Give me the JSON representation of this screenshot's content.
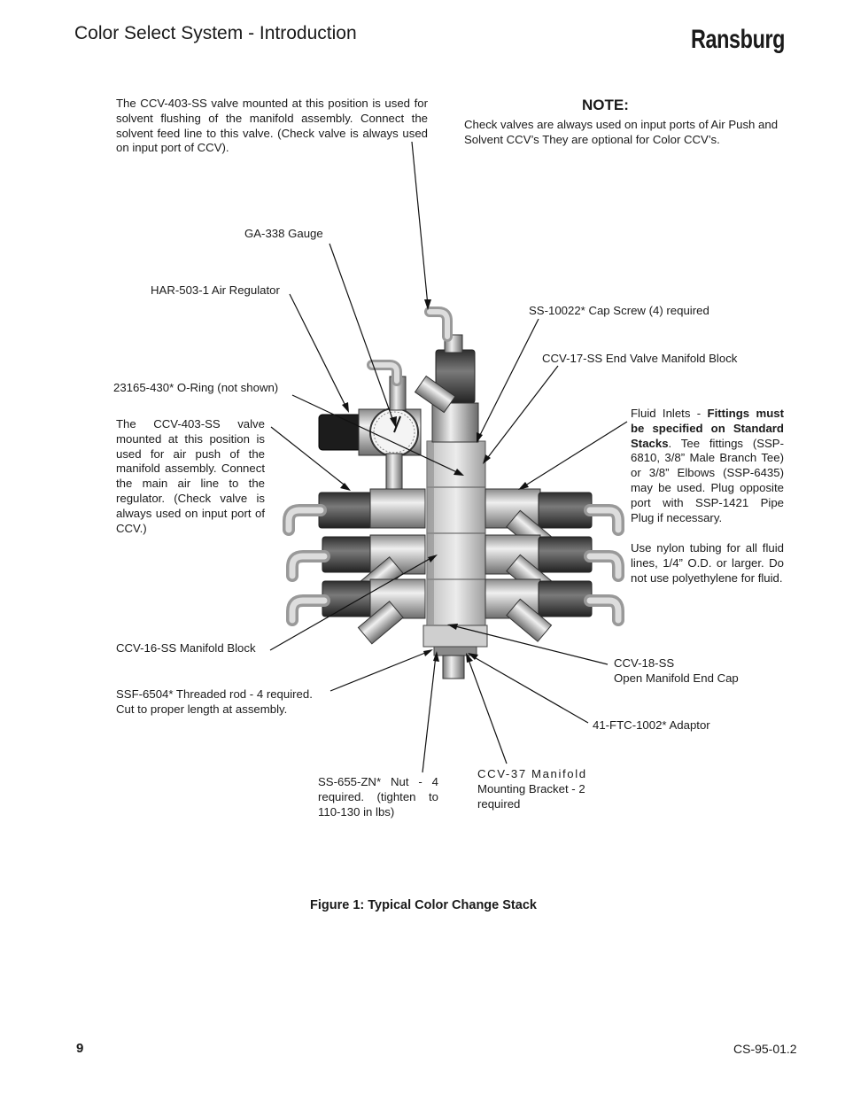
{
  "header": {
    "title": "Color Select System - Introduction",
    "brand": "Ransburg"
  },
  "note": {
    "title": "NOTE:",
    "text": "Check valves are always used on input ports of Air Push and Solvent CCV’s They are optional for Color CCV’s."
  },
  "callouts": {
    "solvent_valve": "The CCV-403-SS valve mounted at this position is used for solvent flushing of the manifold assembly. Connect the solvent feed line to this valve. (Check valve is always used on input port of CCV).",
    "gauge": "GA-338 Gauge",
    "regulator": "HAR-503-1 Air Regulator",
    "o_ring": "23165-430* O-Ring (not shown)",
    "air_valve": "The CCV-403-SS valve mounted at this position is used for air push of the manifold assembly. Connect the main air line to the regulator. (Check valve is always used on input port of CCV.)",
    "cap_screw": "SS-10022* Cap Screw (4) required",
    "end_valve_block": "CCV-17-SS End Valve Manifold Block",
    "fluid_inlets_prefix": "Fluid Inlets - ",
    "fluid_inlets_bold": "Fittings must be specified on Standard Stacks",
    "fluid_inlets_rest": ". Tee fittings (SSP-6810, 3/8” Male Branch Tee) or 3/8” Elbows (SSP-6435) may be used. Plug opposite port with SSP-1421 Pipe Plug if necessary.",
    "nylon_tubing": "Use nylon tubing for all fluid lines, 1/4” O.D. or larger. Do not use polyethylene for fluid.",
    "manifold_block": "CCV-16-SS Manifold Block",
    "end_cap_line1": "CCV-18-SS",
    "end_cap_line2": "Open Manifold End Cap",
    "threaded_rod_line1": "SSF-6504* Threaded rod - 4 required.",
    "threaded_rod_line2": "Cut to proper length at assembly.",
    "adaptor": "41-FTC-1002* Adaptor",
    "nut": "SS-655-ZN* Nut - 4 required. (tighten to 110-130 in lbs)",
    "bracket_line1": "CCV-37 Manifold",
    "bracket_line2": "Mounting Bracket - 2 required"
  },
  "figure": {
    "caption": "Figure 1:  Typical Color Change Stack"
  },
  "footer": {
    "page": "9",
    "doc_number": "CS-95-01.2"
  },
  "colors": {
    "text": "#1a1a1a",
    "metal_light": "#d9d9d9",
    "metal_mid": "#a8a8a8",
    "metal_dark": "#4a4a4a",
    "regulator_black": "#1c1c1c"
  }
}
